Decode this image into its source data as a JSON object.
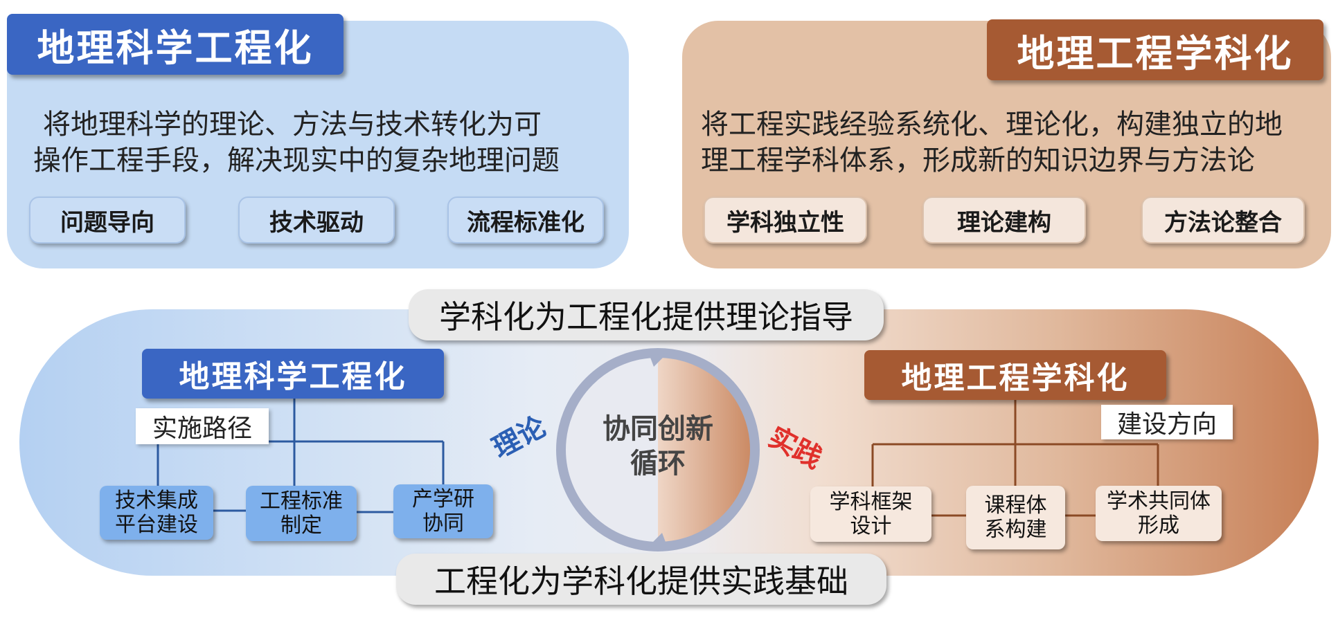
{
  "top_left": {
    "title": "地理科学工程化",
    "description_line1": "将地理科学的理论、方法与技术转化为可",
    "description_line2": "操作工程手段，解决现实中的复杂地理问题",
    "pills": [
      "问题导向",
      "技术驱动",
      "流程标准化"
    ]
  },
  "top_right": {
    "title": "地理工程学科化",
    "description_line1": "将工程实践经验系统化、理论化，构建独立的地",
    "description_line2": "理工程学科体系，形成新的知识边界与方法论",
    "pills": [
      "学科独立性",
      "理论建构",
      "方法论整合"
    ]
  },
  "bottom": {
    "banner_top": "学科化为工程化提供理论指导",
    "banner_bottom": "工程化为学科化提供实践基础",
    "left": {
      "title": "地理科学工程化",
      "path_label": "实施路径",
      "nodes": [
        "技术集成\n平台建设",
        "工程标准\n制定",
        "产学研\n协同"
      ]
    },
    "right": {
      "title": "地理工程学科化",
      "path_label": "建设方向",
      "nodes": [
        "学科框架\n设计",
        "课程体\n系构建",
        "学术共同体\n形成"
      ]
    },
    "cycle": {
      "center_text": "协同创新\n循环",
      "left_word": "理论",
      "right_word": "实践"
    }
  },
  "colors": {
    "blue_title": "#3a66c3",
    "brown_title": "#a65a33",
    "theory_word": "#2b5fb4",
    "practice_word": "#e0302b"
  }
}
